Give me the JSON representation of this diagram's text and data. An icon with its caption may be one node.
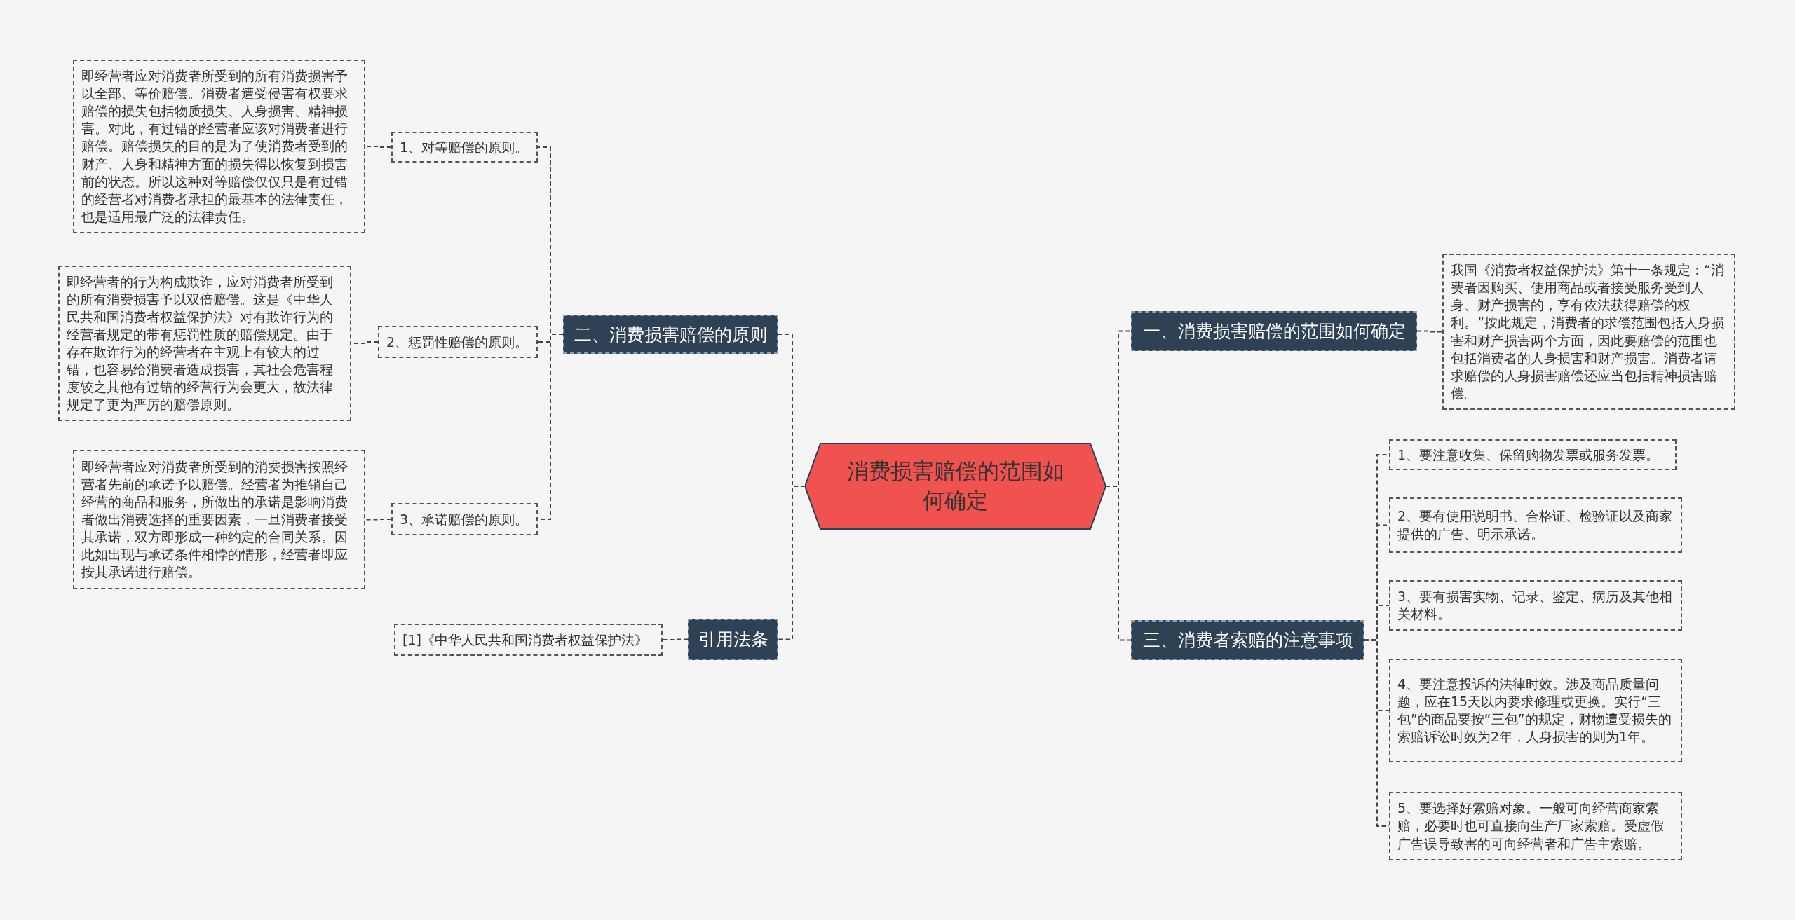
{
  "diagram": {
    "nodes": [
      {
        "text": [
          "消费损害赔偿的范围如何确定"
        ]
      },
      {
        "text": [
          "二、消费损害赔偿的原则"
        ]
      },
      {
        "text": [
          "1、对等赔偿的原则。"
        ]
      },
      {
        "text": [
          "即经营者应对消费者所受到的所有消费损害予以全部、等价赔偿。消费者遭受侵害有权要求赔偿的损失包括物质损失、人身损害、精神损害。对此，有过错的经营者应该对消费者进行赔偿。赔偿损失的目的是为了使消费者受到的财产、人身和精神方面的损失得以恢复到损害前的状态。所以这种对等赔偿仅仅只是有过错的经营者对消费者承担的最基本的法律责任，也是适用最广泛的法律责任。"
        ]
      },
      {
        "text": [
          "2、惩罚性赔偿的原则。"
        ]
      },
      {
        "text": [
          "即经营者的行为构成欺诈，应对消费者所受到的所有消费损害予以双倍赔偿。这是《中华人民共和国消费者权益保护法》对有欺诈行为的经营者规定的带有惩罚性质的赔偿规定。由于存在欺诈行为的经营者在主观上有较大的过错，也容易给消费者造成损害，其社会危害程度较之其他有过错的经营行为会更大，故法律规定了更为严厉的赔偿原则。"
        ]
      },
      {
        "text": [
          "3、承诺赔偿的原则。"
        ]
      },
      {
        "text": [
          "即经营者应对消费者所受到的消费损害按照经营者先前的承诺予以赔偿。经营者为推销自己经营的商品和服务，所做出的承诺是影响消费者做出消费选择的重要因素，一旦消费者接受其承诺，双方即形成一种约定的合同关系。因此如出现与承诺条件相悖的情形，经营者即应按其承诺进行赔偿。"
        ]
      },
      {
        "text": [
          "引用法条"
        ]
      },
      {
        "text": [
          "[1]《中华人民共和国消费者权益保护法》"
        ]
      },
      {
        "text": [
          "一、消费损害赔偿的范围如何确定"
        ]
      },
      {
        "text": [
          "我国《消费者权益保护法》第十一条规定：“消费者因购买、使用商品或者接受服务受到人身、财产损害的，享有依法获得赔偿的权利。”按此规定，消费者的求偿范围包括人身损害和财产损害两个方面，因此要赔偿的范围也包括消费者的人身损害和财产损害。消费者请求赔偿的人身损害赔偿还应当包括精神损害赔偿。"
        ]
      },
      {
        "text": [
          "三、消费者索赔的注意事项"
        ]
      },
      {
        "text": [
          "1、要注意收集、保留购物发票或服务发票。"
        ]
      },
      {
        "text": [
          "2、要有使用说明书、合格证、检验证以及商家提供的广告、明示承诺。"
        ]
      },
      {
        "text": [
          "3、要有损害实物、记录、鉴定、病历及其他相关材料。"
        ]
      },
      {
        "text": [
          "4、要注意投诉的法律时效。涉及商品质量问题，应在15天以内要求修理或更换。实行“三包”的商品要按“三包”的规定，财物遭受损失的索赔诉讼时效为2年，人身损害的则为1年。"
        ]
      },
      {
        "text": [
          "5、要选择好索赔对象。一般可向经营商家索赔，必要时也可直接向生产厂家索赔。受虚假广告误导致害的可向经营者和广告主索赔。"
        ]
      }
    ],
    "edges": [
      {
        "from": 0,
        "to": 1,
        "arrow": "none"
      },
      {
        "from": 1,
        "to": 2,
        "arrow": "none"
      },
      {
        "from": 2,
        "to": 3,
        "arrow": "none"
      },
      {
        "from": 1,
        "to": 4,
        "arrow": "none"
      },
      {
        "from": 4,
        "to": 5,
        "arrow": "none"
      },
      {
        "from": 1,
        "to": 6,
        "arrow": "none"
      },
      {
        "from": 6,
        "to": 7,
        "arrow": "none"
      },
      {
        "from": 0,
        "to": 8,
        "arrow": "none"
      },
      {
        "from": 8,
        "to": 9,
        "arrow": "none"
      },
      {
        "from": 0,
        "to": 10,
        "arrow": "none"
      },
      {
        "from": 10,
        "to": 11,
        "arrow": "none"
      },
      {
        "from": 0,
        "to": 12,
        "arrow": "none"
      },
      {
        "from": 12,
        "to": 13,
        "arrow": "none"
      },
      {
        "from": 12,
        "to": 14,
        "arrow": "none"
      },
      {
        "from": 12,
        "to": 15,
        "arrow": "none"
      },
      {
        "from": 12,
        "to": 16,
        "arrow": "none"
      },
      {
        "from": 12,
        "to": 17,
        "arrow": "none"
      }
    ]
  }
}
